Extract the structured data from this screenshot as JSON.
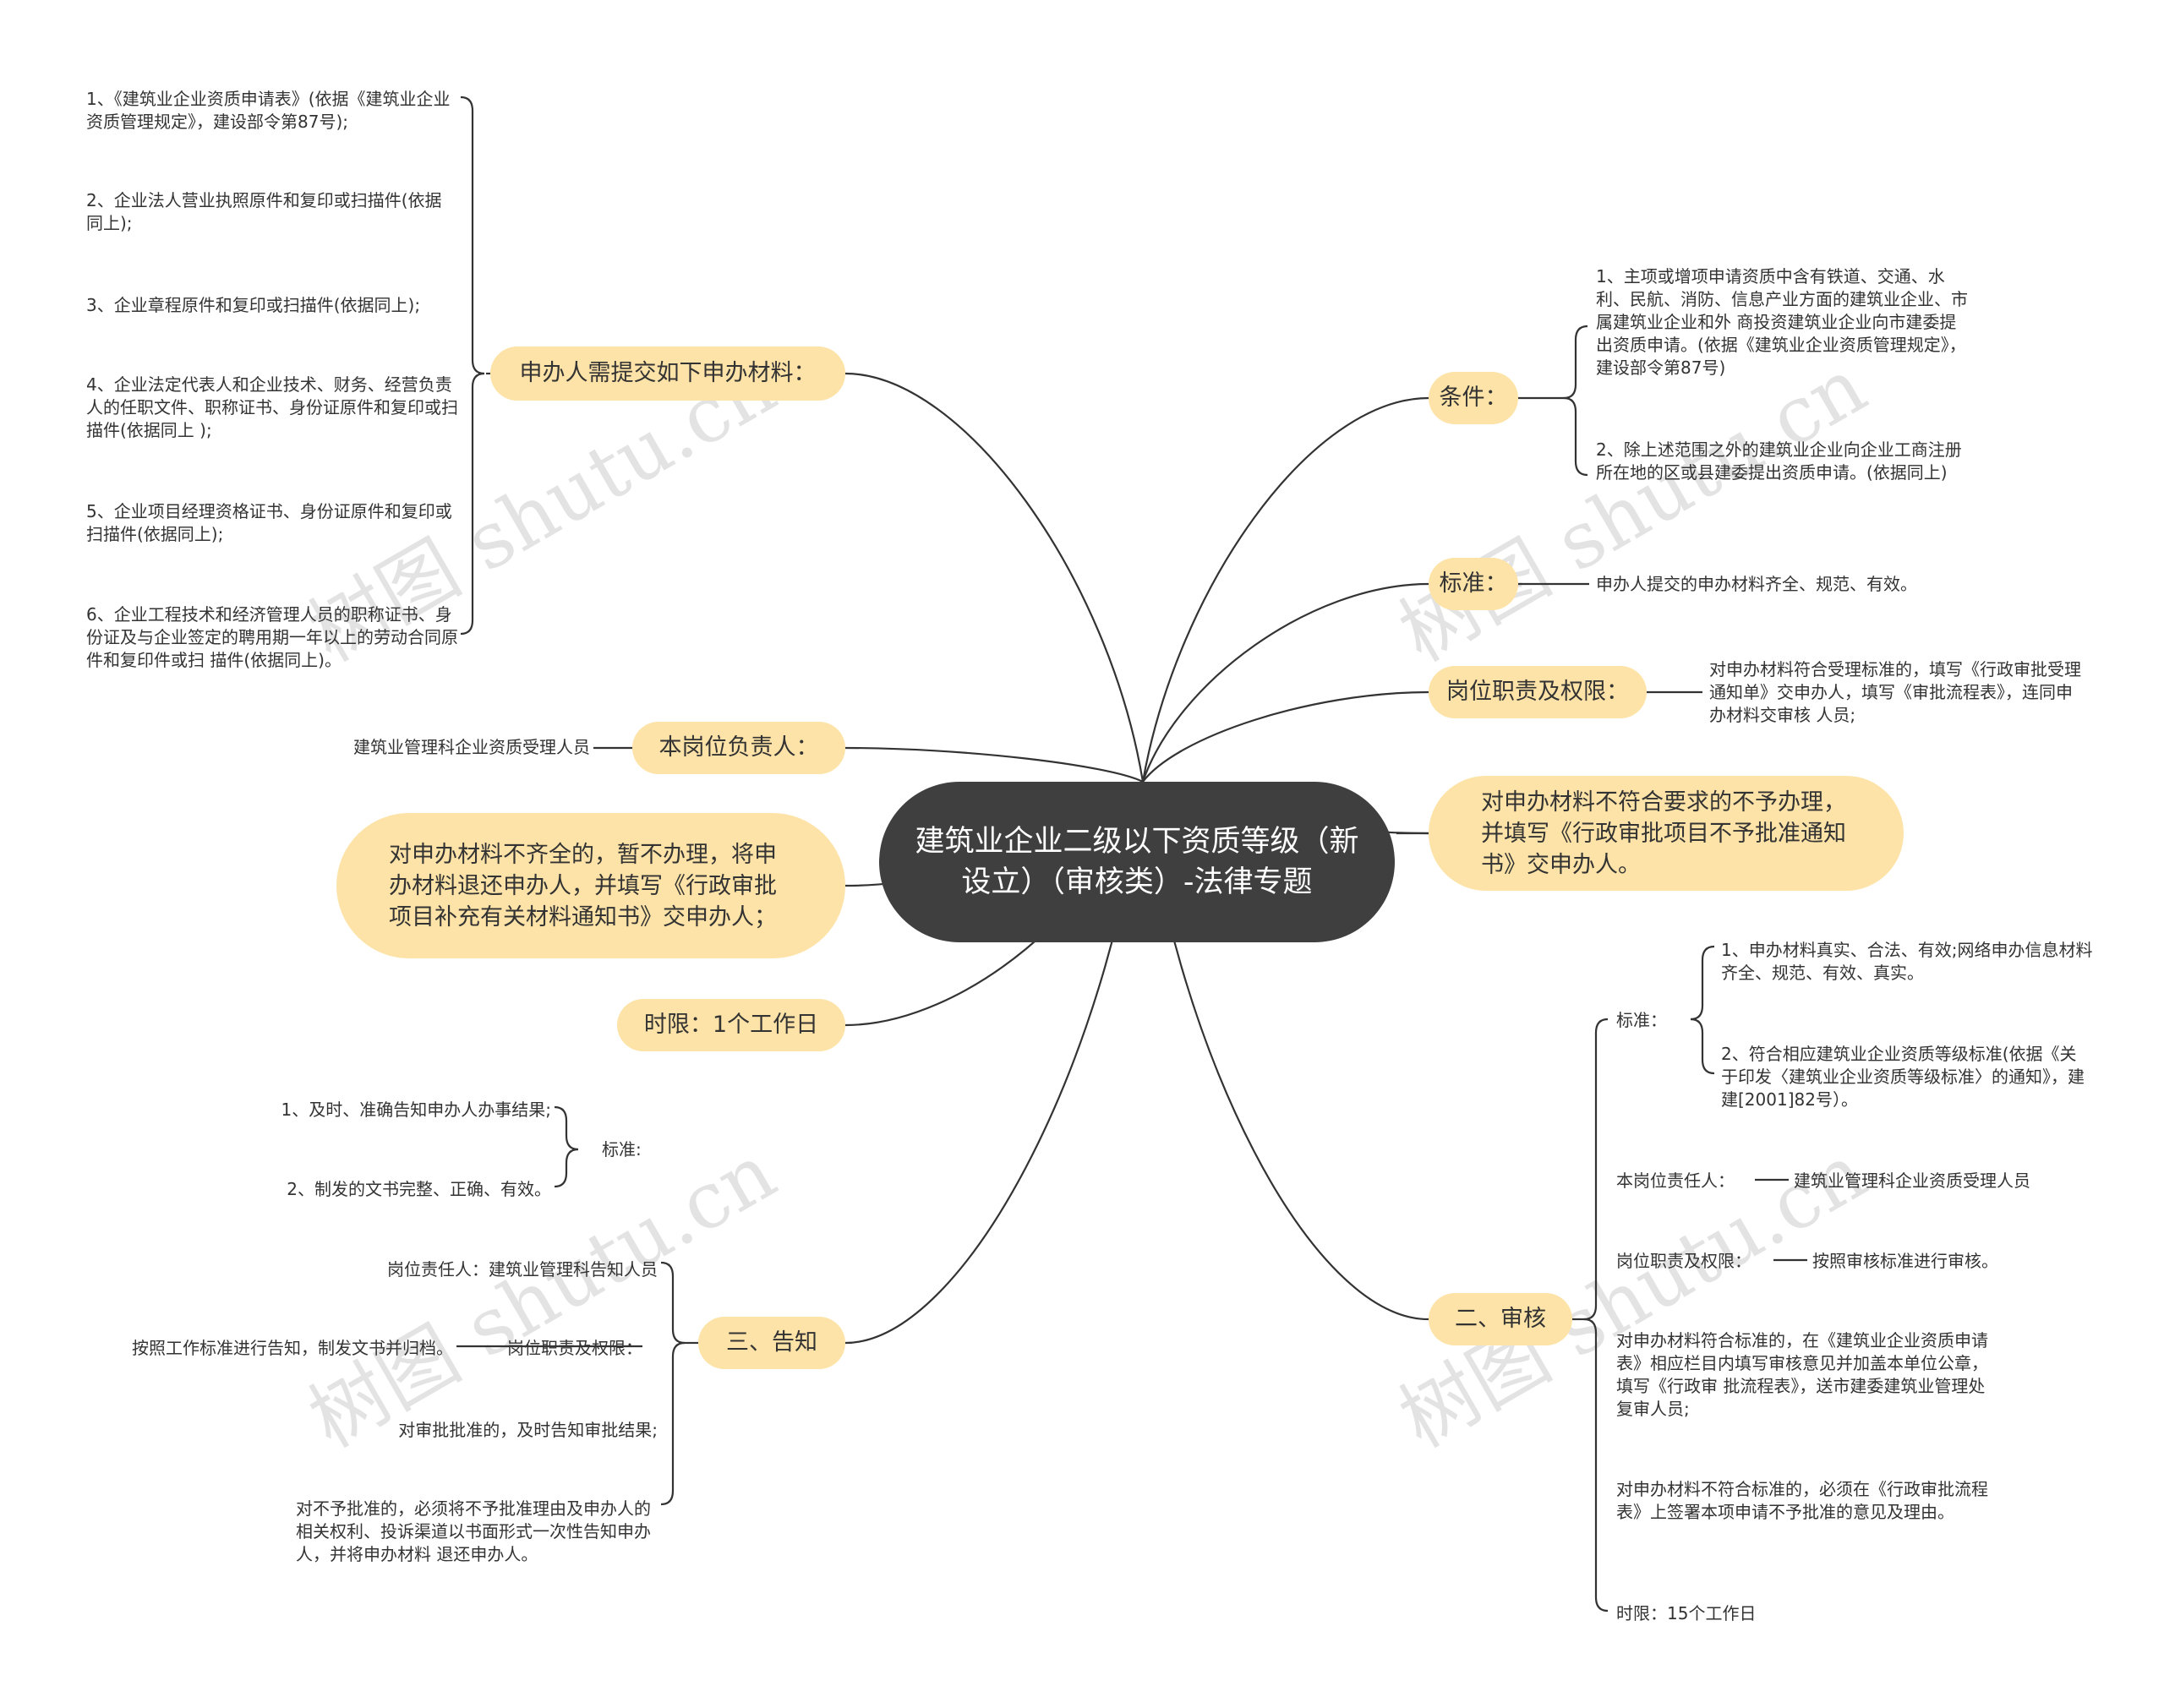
{
  "center": "建筑业企业二级以下资质等级（新设立）（审核类）-法律专题",
  "watermark": "树图 shutu.cn",
  "left": {
    "materials": {
      "label": "申办人需提交如下申办材料：",
      "items": [
        "1、《建筑业企业资质申请表》(依据《建筑业企业资质管理规定》，建设部令第87号);",
        "2、企业法人营业执照原件和复印或扫描件(依据同上);",
        "3、企业章程原件和复印或扫描件(依据同上);",
        "4、企业法定代表人和企业技术、财务、经营负责人的任职文件、职称证书、身份证原件和复印或扫描件(依据同上 );",
        "5、企业项目经理资格证书、身份证原件和复印或扫描件(依据同上);",
        "6、企业工程技术和经济管理人员的职称证书、身份证及与企业签定的聘用期一年以上的劳动合同原件和复印件或扫 描件(依据同上)。"
      ]
    },
    "post_head": {
      "label": "本岗位负责人：",
      "value": "建筑业管理科企业资质受理人员"
    },
    "incomplete": "对申办材料不齐全的，暂不办理，将申办材料退还申办人，并填写《行政审批项目补充有关材料通知书》交申办人；",
    "time_limit": "时限：1个工作日",
    "notify": {
      "label": "三、告知",
      "standard_label": "标准:",
      "standard_items": [
        "1、及时、准确告知申办人办事结果;",
        "2、制发的文书完整、正确、有效。"
      ],
      "responsible": "岗位责任人：建筑业管理科告知人员",
      "duty_label": "岗位职责及权限：",
      "duty_value": "按照工作标准进行告知，制发文书并归档。",
      "approved": "对审批批准的，及时告知审批结果;",
      "rejected": "对不予批准的，必须将不予批准理由及申办人的相关权利、投诉渠道以书面形式一次性告知申办人，并将申办材料 退还申办人。"
    }
  },
  "right": {
    "conditions": {
      "label": "条件：",
      "items": [
        "1、主项或增项申请资质中含有铁道、交通、水利、民航、消防、信息产业方面的建筑业企业、市属建筑业企业和外 商投资建筑业企业向市建委提出资质申请。(依据《建筑业企业资质管理规定》，建设部令第87号)",
        "2、除上述范围之外的建筑业企业向企业工商注册所在地的区或县建委提出资质申请。(依据同上)"
      ]
    },
    "standard": {
      "label": "标准：",
      "value": "申办人提交的申办材料齐全、规范、有效。"
    },
    "duty": {
      "label": "岗位职责及权限：",
      "value": "对申办材料符合受理标准的，填写《行政审批受理通知单》交申办人，填写《审批流程表》，连同申办材料交审核 人员;"
    },
    "reject_box": "对申办材料不符合要求的不予办理，并填写《行政审批项目不予批准通知书》交申办人。",
    "review": {
      "label": "二、审核",
      "standard_label": "标准：",
      "standard_items": [
        "1、申办材料真实、合法、有效;网络申办信息材料齐全、规范、有效、真实。",
        "2、符合相应建筑业企业资质等级标准(依据《关于印发〈建筑业企业资质等级标准〉的通知》，建建[2001]82号）。"
      ],
      "responsible_label": "本岗位责任人：",
      "responsible_value": "建筑业管理科企业资质受理人员",
      "duty_label": "岗位职责及权限：",
      "duty_value": "按照审核标准进行审核。",
      "pass": "对申办材料符合标准的，在《建筑业企业资质申请表》相应栏目内填写审核意见并加盖本单位公章，填写《行政审 批流程表》，送市建委建筑业管理处复审人员;",
      "fail": "对申办材料不符合标准的，必须在《行政审批流程表》上签署本项申请不予批准的意见及理由。",
      "time": "时限：15个工作日"
    }
  }
}
